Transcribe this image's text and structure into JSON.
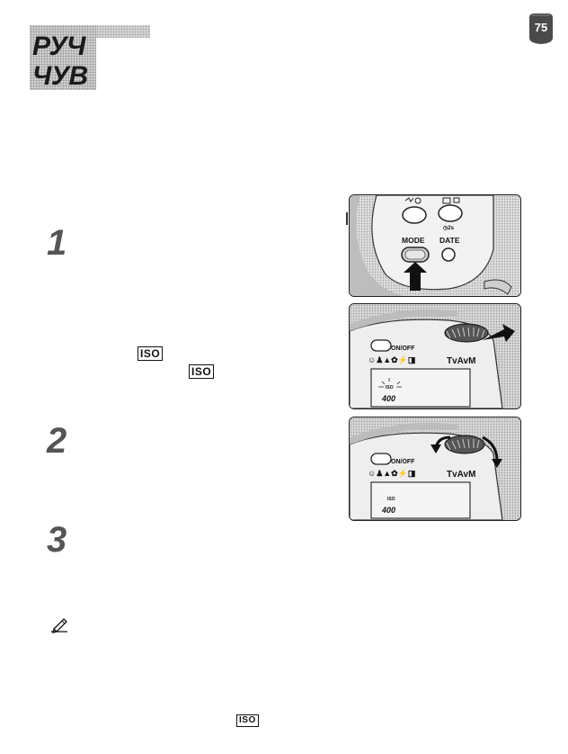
{
  "page": {
    "number": "75"
  },
  "title": {
    "line1": "РУЧ",
    "line2": "ЧУВ"
  },
  "steps": [
    {
      "number": "1"
    },
    {
      "number": "2"
    },
    {
      "number": "3"
    }
  ],
  "iso_badges": [
    "ISO",
    "ISO",
    "ISO"
  ],
  "figures": {
    "top": {
      "mode_label": "MODE",
      "date_label": "DATE"
    },
    "middle": {
      "onoff_label": "ON/OFF",
      "modes_label": "TvAvM",
      "iso_label": "ISO",
      "iso_value": "400"
    },
    "bottom": {
      "onoff_label": "ON/OFF",
      "modes_label": "TvAvM",
      "iso_label": "ISO",
      "iso_value": "400"
    }
  },
  "icons": {
    "page_badge": "page-number-badge-icon",
    "note": "pencil-note-icon"
  }
}
